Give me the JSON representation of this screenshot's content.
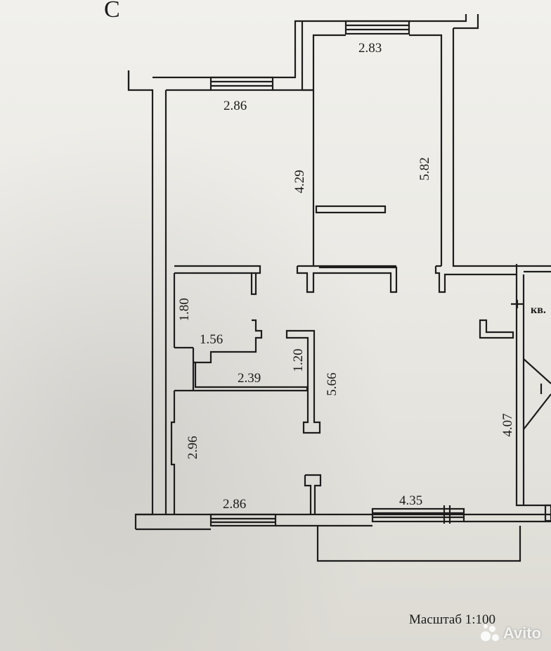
{
  "corner_letter": "С",
  "dimensions": {
    "top_right_room_width": "2.83",
    "top_right_room_depth": "5.82",
    "top_left_room_width": "2.86",
    "top_left_room_depth": "4.29",
    "bath_height": "1.80",
    "bath_width": "1.56",
    "corridor_height": "1.20",
    "corridor_width": "2.39",
    "hall_length": "5.66",
    "bottom_left_room_depth": "2.96",
    "bottom_left_room_width": "2.86",
    "kitchen_width": "4.35",
    "kitchen_depth": "4.07"
  },
  "neighbor_label": "кв.",
  "scale_text": "Масштаб 1:100",
  "watermark": "Avito"
}
